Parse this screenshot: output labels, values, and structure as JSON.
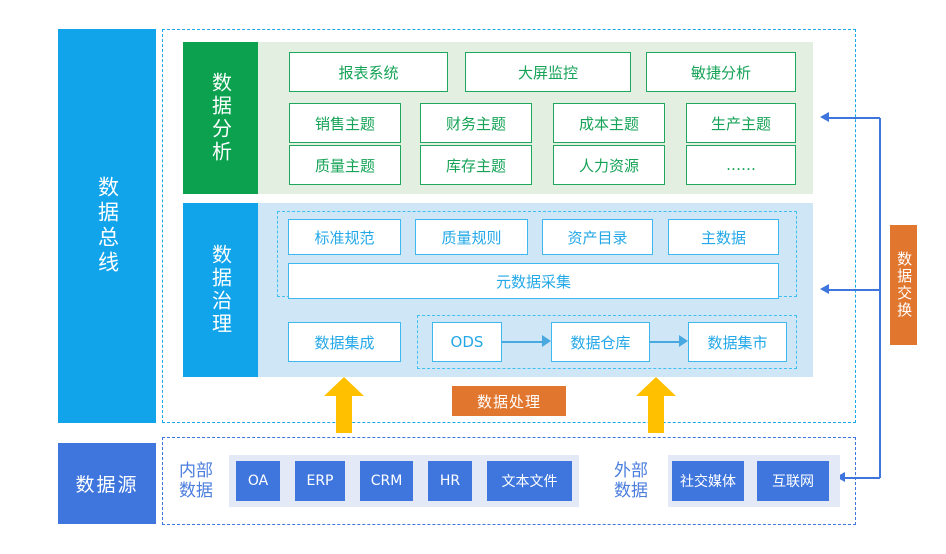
{
  "left_rail": {
    "data_bus": "数据总线",
    "data_source": "数据源"
  },
  "analysis": {
    "label": "数据分析",
    "row1": [
      "报表系统",
      "大屏监控",
      "敏捷分析"
    ],
    "row2": [
      "销售主题",
      "财务主题",
      "成本主题",
      "生产主题"
    ],
    "row3": [
      "质量主题",
      "库存主题",
      "人力资源",
      "……"
    ]
  },
  "governance": {
    "label": "数据治理",
    "row1": [
      "标准规范",
      "质量规则",
      "资产目录",
      "主数据"
    ],
    "metadata": "元数据采集",
    "integration": "数据集成",
    "warehouse_chain": [
      "ODS",
      "数据仓库",
      "数据集市"
    ]
  },
  "orange": {
    "data_process": "数据处理",
    "data_exchange": "数据交换"
  },
  "sources": {
    "internal_label": [
      "内部",
      "数据"
    ],
    "internal_items": [
      "OA",
      "ERP",
      "CRM",
      "HR",
      "文本文件"
    ],
    "external_label": [
      "外部",
      "数据"
    ],
    "external_items": [
      "社交媒体",
      "互联网"
    ]
  },
  "colors": {
    "bus_blue": "#12a4eb",
    "source_blue": "#3e76de",
    "analysis_green": "#0ba14f",
    "analysis_panel": "#e3efe1",
    "governance_panel": "#cfe6f7",
    "orange": "#e1762e",
    "arrow_yellow": "#ffc000"
  }
}
